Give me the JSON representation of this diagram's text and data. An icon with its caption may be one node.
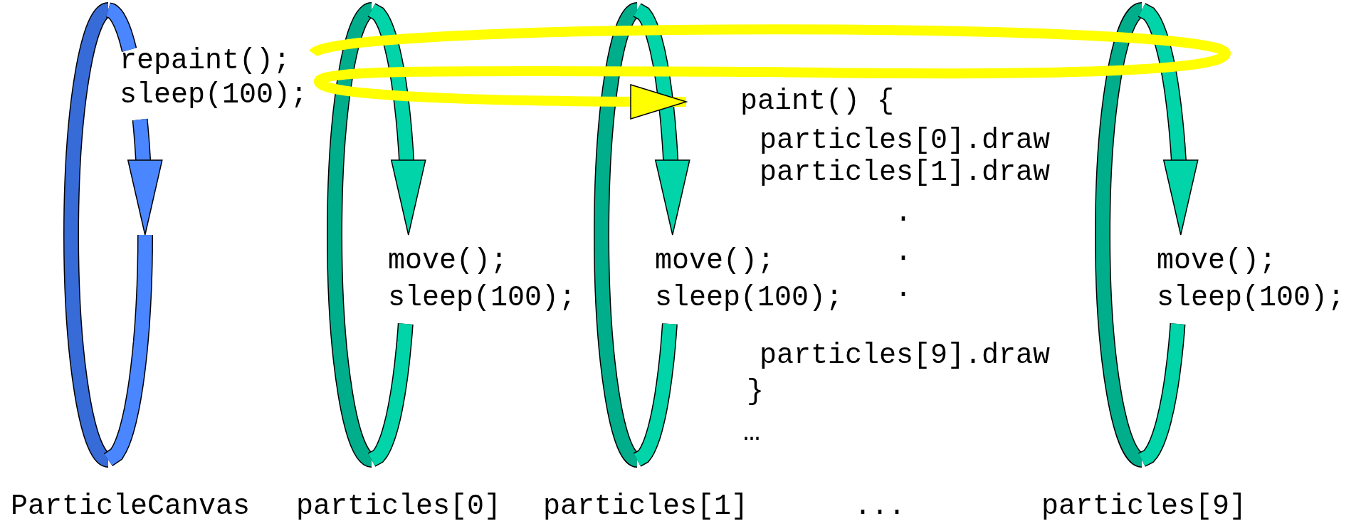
{
  "diagram": {
    "nodes": [
      {
        "text": [
          "repaint();",
          "sleep(100);"
        ]
      },
      {
        "text": [
          "move();",
          "sleep(100);"
        ]
      },
      {
        "text": [
          "move();",
          "sleep(100);"
        ]
      },
      {
        "text": [
          "move();",
          "sleep(100);"
        ]
      },
      {
        "text": [
          "paint() {",
          "particles[0].draw",
          "particles[1].draw",
          ".",
          ".",
          ".",
          "particles[9].draw",
          "}",
          "…"
        ]
      }
    ],
    "edges": [
      {
        "from": 0,
        "to": 4,
        "arrow": "to",
        "color": "#ffff00"
      }
    ],
    "labels": [
      "ParticleCanvas",
      "particles[0]",
      "particles[1]",
      "...",
      "particles[9]"
    ]
  }
}
